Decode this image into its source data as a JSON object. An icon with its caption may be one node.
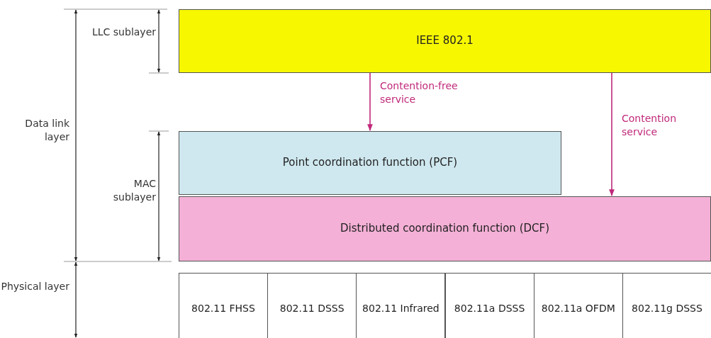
{
  "diagram": {
    "nodes": [
      {
        "text": [
          "IEEE 802.1"
        ]
      },
      {
        "text": [
          "Point coordination function (PCF)"
        ]
      },
      {
        "text": [
          "Distributed coordination function (DCF)"
        ]
      },
      {
        "text": [
          "802.11 FHSS"
        ]
      },
      {
        "text": [
          "802.11 DSSS"
        ]
      },
      {
        "text": [
          "802.11 Infrared"
        ]
      },
      {
        "text": [
          "802.11a DSSS"
        ]
      },
      {
        "text": [
          "802.11a OFDM"
        ]
      },
      {
        "text": [
          "802.11g DSSS"
        ]
      }
    ],
    "edges": [
      {
        "from": 0,
        "to": 1,
        "arrow": "to",
        "label": "Contention-free service"
      },
      {
        "from": 0,
        "to": 2,
        "arrow": "to",
        "label": "Contention service"
      }
    ],
    "labels": [
      "LLC sublayer",
      "Data link layer",
      "MAC sublayer",
      "Physical layer"
    ]
  }
}
